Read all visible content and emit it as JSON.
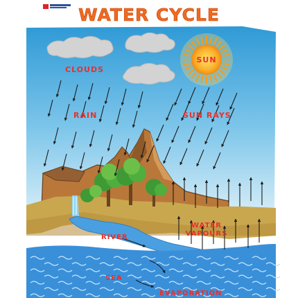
{
  "title": "WATER CYCLE",
  "labels": {
    "clouds": "CLOUDS",
    "rain": "RAIN",
    "sun": "SUN",
    "sun_rays": "SUN RAYS",
    "water_vapours_line1": "WATER",
    "water_vapours_line2": "VAPOURS",
    "river": "RIVER",
    "sea": "SEA",
    "evaporation": "EVAPORATION"
  },
  "colors": {
    "title": "#f06a1f",
    "label": "#e8302a",
    "sky_top": "#2f9ad6",
    "sky_bottom": "#bfe4f5",
    "sea": "#3a8fd9",
    "mountain": "#b9783a",
    "land": "#c9a74f",
    "tree": "#3f9a35",
    "sun": "#f6a21c"
  },
  "icons": [
    "logo-icon",
    "sun-icon",
    "cloud-icon",
    "mountain-icon",
    "tree-icon",
    "waterfall-icon",
    "rain-arrow-icon",
    "sun-ray-arrow-icon",
    "vapour-arrow-icon",
    "flow-arrow-icon"
  ]
}
